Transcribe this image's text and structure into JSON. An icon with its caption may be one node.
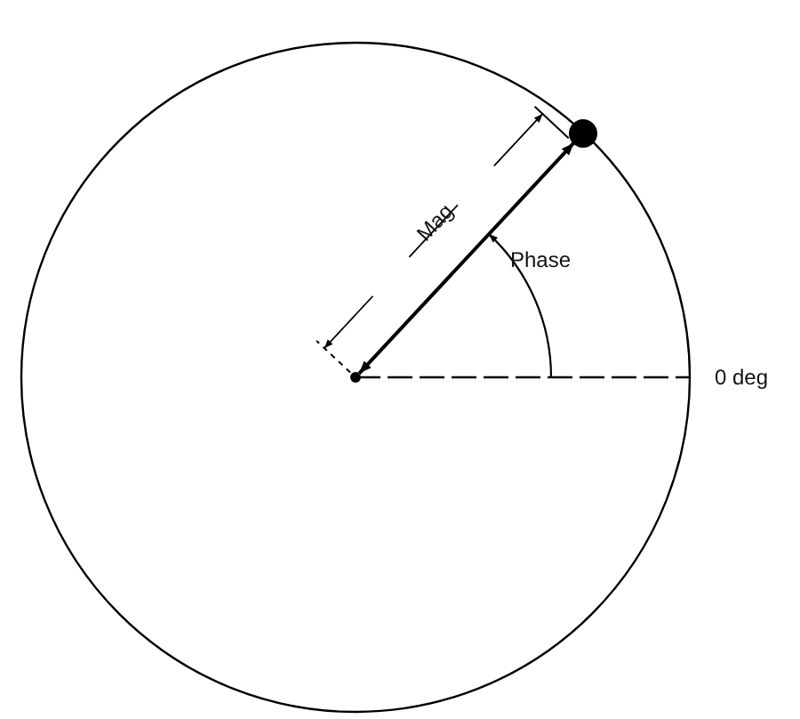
{
  "diagram": {
    "nodes": [
      {
        "text": [],
        "shape": "circle"
      },
      {
        "text": [],
        "shape": "circle"
      },
      {
        "text": [],
        "shape": "circle",
        "in": 0
      }
    ],
    "edges": [
      {
        "from": 2,
        "to": 1,
        "arrow": "both"
      }
    ],
    "labels": [
      "Mag",
      "Phase",
      "0 deg"
    ]
  }
}
